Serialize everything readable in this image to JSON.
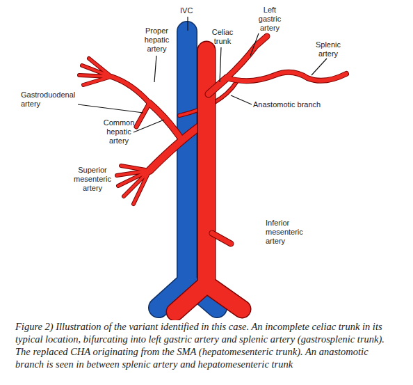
{
  "diagram": {
    "caption": "Figure 2) Illustration of the variant identified in this case. An incomplete celiac trunk in its typical location, bifurcating into left gastric artery and splenic artery (gastrosplenic trunk). The replaced CHA originating from the SMA (hepatomesenteric trunk). An anastomotic branch is seen in between splenic artery and hepatomesenteric trunk",
    "labels": [
      "IVC",
      "Proper hepatic artery",
      "Celiac trunk",
      "Left gastric artery",
      "Splenic artery",
      "Gastroduodenal artery",
      "Anastomotic branch",
      "Common hepatic artery",
      "Superior mesenteric artery",
      "Inferior mesenteric artery"
    ]
  }
}
